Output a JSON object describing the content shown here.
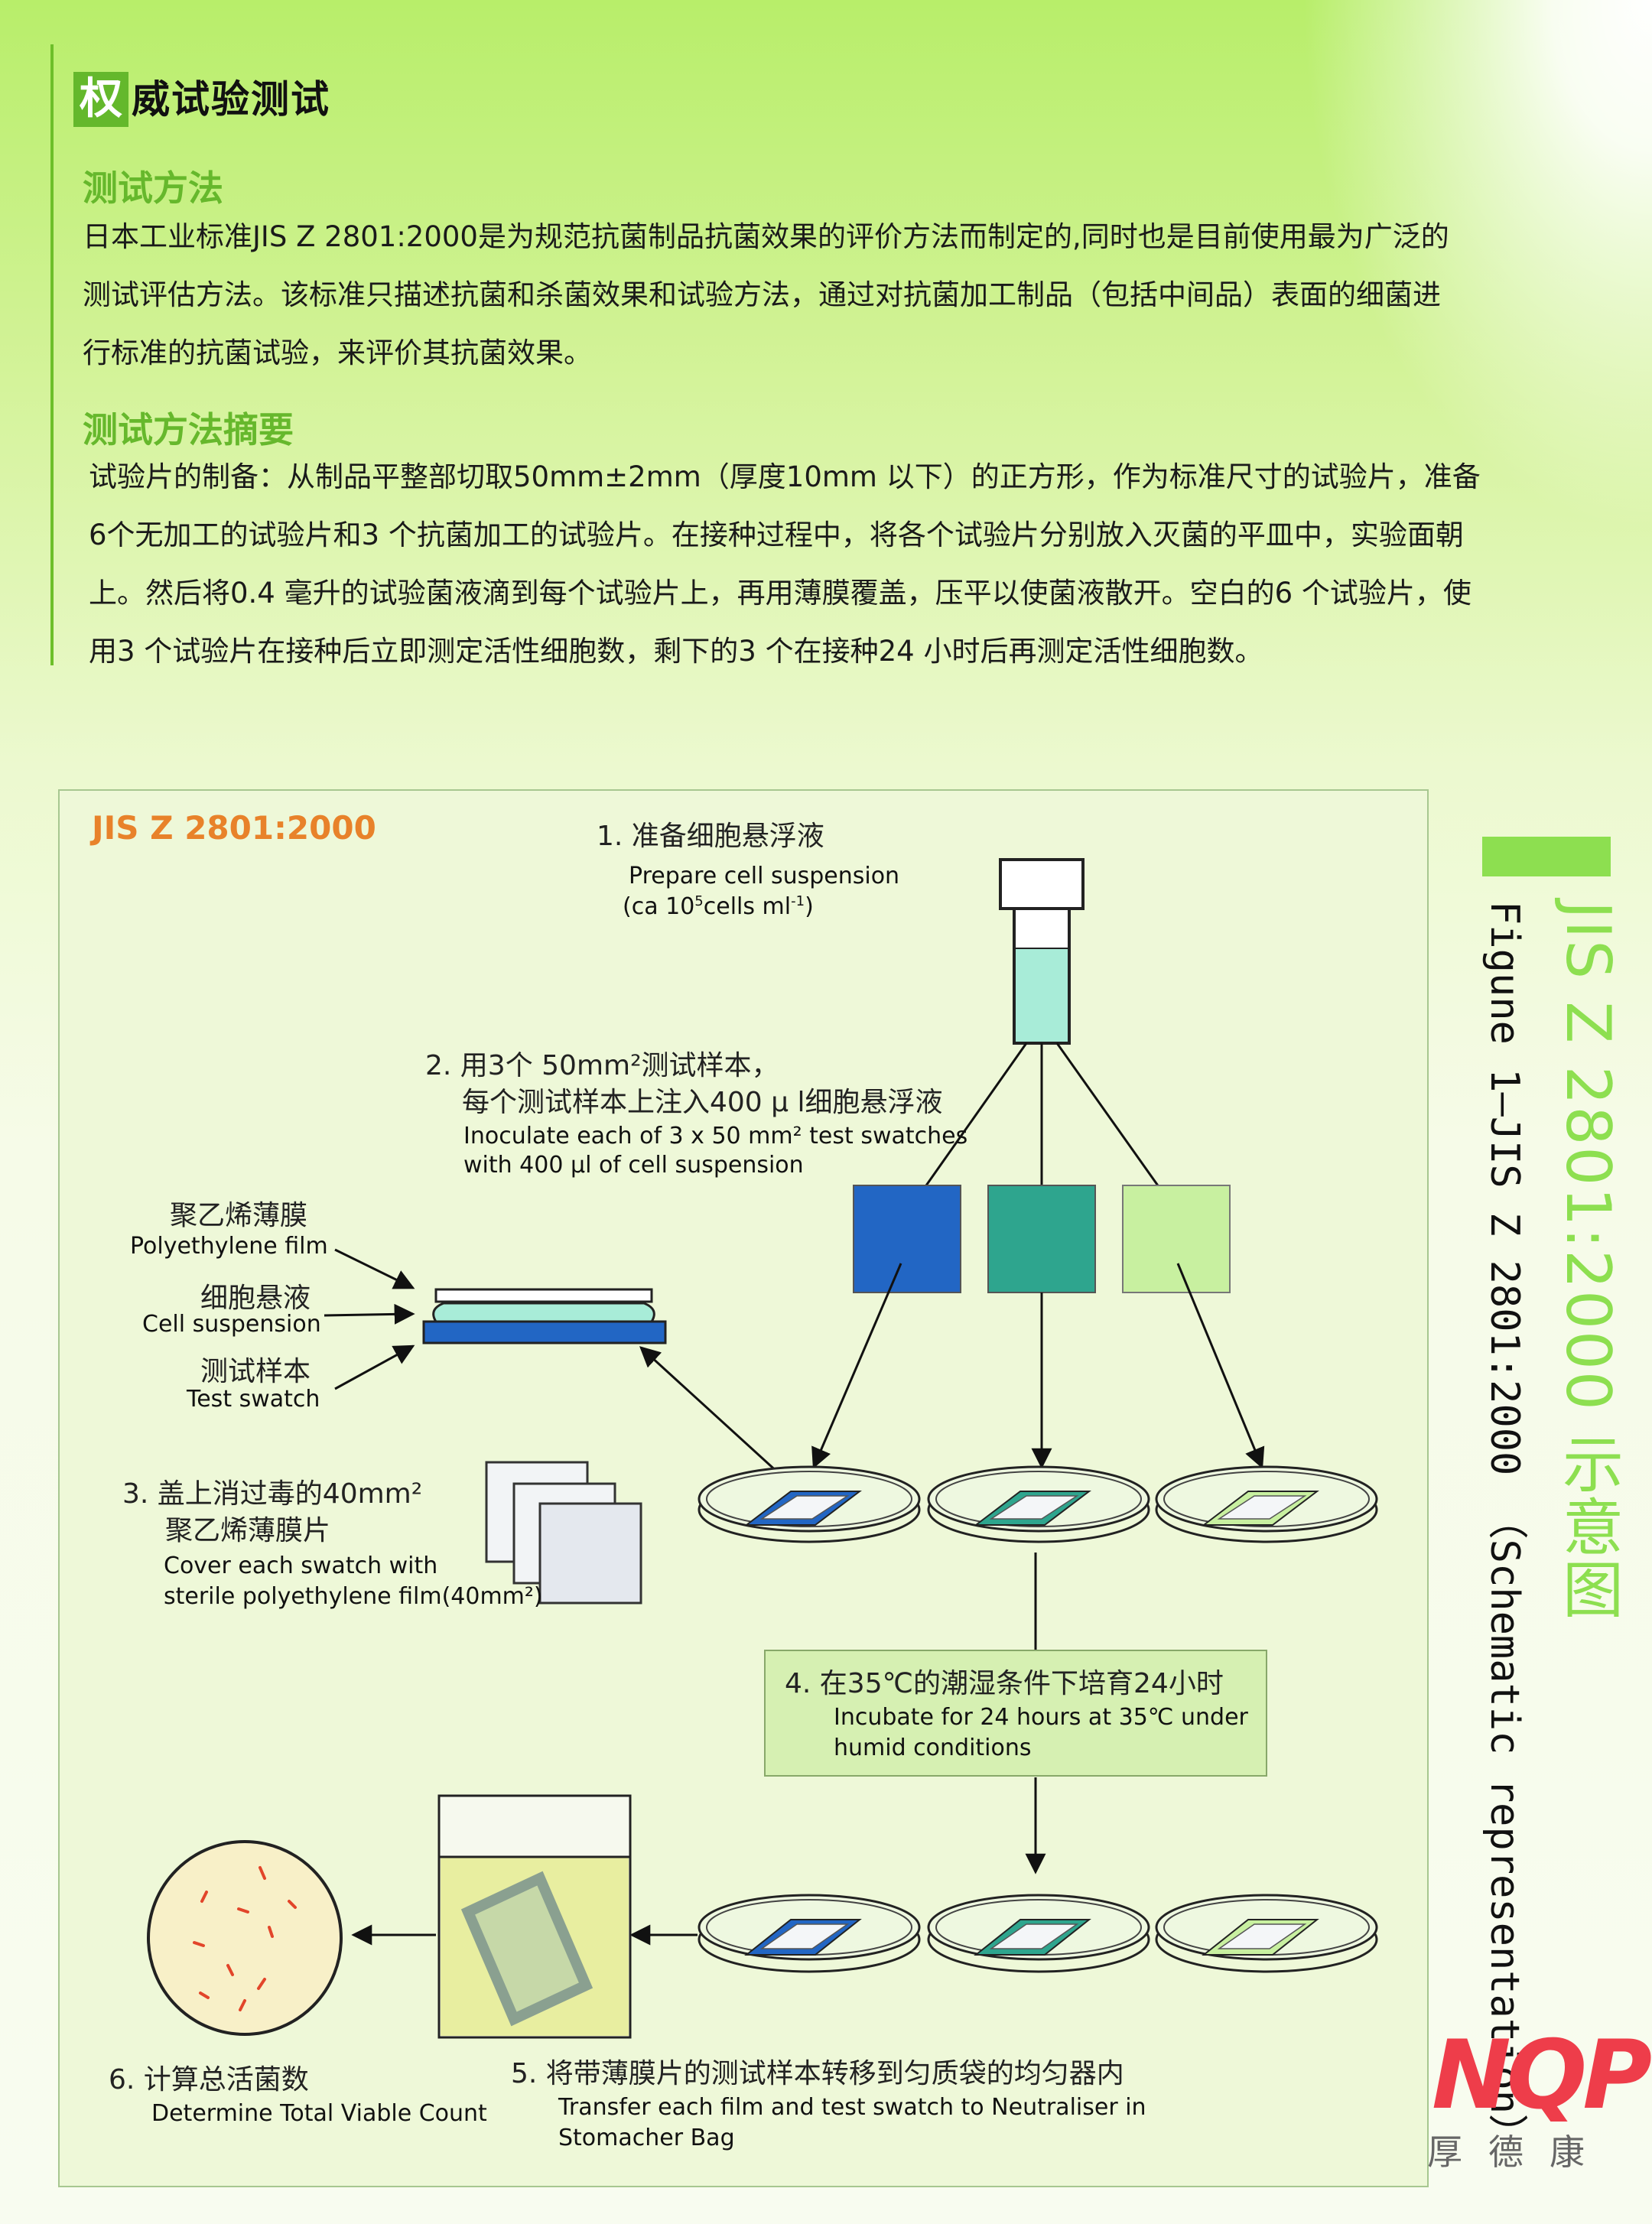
{
  "header": {
    "first_char": "权",
    "rest": "威试验测试"
  },
  "section1": {
    "title": "测试方法",
    "lines": [
      "日本工业标准JIS Z 2801:2000是为规范抗菌制品抗菌效果的评价方法而制定的,同时也是目前使用最为广泛的",
      "测试评估方法。该标准只描述抗菌和杀菌效果和试验方法，通过对抗菌加工制品（包括中间品）表面的细菌进",
      "行标准的抗菌试验，来评价其抗菌效果。"
    ]
  },
  "section2": {
    "title": "测试方法摘要",
    "lines": [
      "试验片的制备：从制品平整部切取50mm±2mm（厚度10mm 以下）的正方形，作为标准尺寸的试验片，准备",
      "6个无加工的试验片和3 个抗菌加工的试验片。在接种过程中，将各个试验片分别放入灭菌的平皿中，实验面朝",
      "上。然后将0.4 毫升的试验菌液滴到每个试验片上，再用薄膜覆盖，压平以使菌液散开。空白的6 个试验片，使",
      "用3 个试验片在接种后立即测定活性细胞数，剩下的3 个在接种24 小时后再测定活性细胞数。"
    ]
  },
  "diagram": {
    "standard": "JIS Z 2801:2000",
    "step1": {
      "cn": "1. 准备细胞悬浮液",
      "en1": "Prepare cell suspension",
      "en2_pre": "(ca 10",
      "en2_sup1": "5",
      "en2_mid": "cells ml",
      "en2_sup2": "-1",
      "en2_post": ")"
    },
    "step2": {
      "cn1": "2.  用3个 50mm²测试样本，",
      "cn2": "每个测试样本上注入400 μ l细胞悬浮液",
      "en1": "Inoculate each of 3 x 50 mm² test swatches",
      "en2": "with 400 μl of cell suspension"
    },
    "layers": {
      "film_cn": "聚乙烯薄膜",
      "film_en": "Polyethylene film",
      "cell_cn": "细胞悬液",
      "cell_en": "Cell suspension",
      "swatch_cn": "测试样本",
      "swatch_en": "Test swatch"
    },
    "step3": {
      "cn1": "3.  盖上消过毒的40mm²",
      "cn2": "聚乙烯薄膜片",
      "en1": "Cover each swatch with",
      "en2": "sterile polyethylene film(40mm²)"
    },
    "step4": {
      "cn": "4.  在35℃的潮湿条件下培育24小时",
      "en1": "Incubate for 24 hours at 35℃ under",
      "en2": "humid conditions"
    },
    "step5": {
      "cn": "5.  将带薄膜片的测试样本转移到匀质袋的均匀器内",
      "en1": "Transfer each film and test swatch to Neutraliser in",
      "en2": "Stomacher Bag"
    },
    "step6": {
      "cn": "6.  计算总活菌数",
      "en": "Determine Total Viable Count"
    }
  },
  "side": {
    "title_green": "JIS Z 2801:2000 示意图",
    "title_black": "Figune 1–JIS Z 2801:2000 （Schematic representation）"
  },
  "logo": {
    "text": "NQP",
    "cn": "厚德康"
  },
  "colors": {
    "accent_green": "#64b82c",
    "orange": "#e8822a",
    "swatch_blue": "#2266c4",
    "swatch_teal": "#2ea58e",
    "swatch_light": "#c8f0a0",
    "logo_red": "#ee3d4a"
  }
}
